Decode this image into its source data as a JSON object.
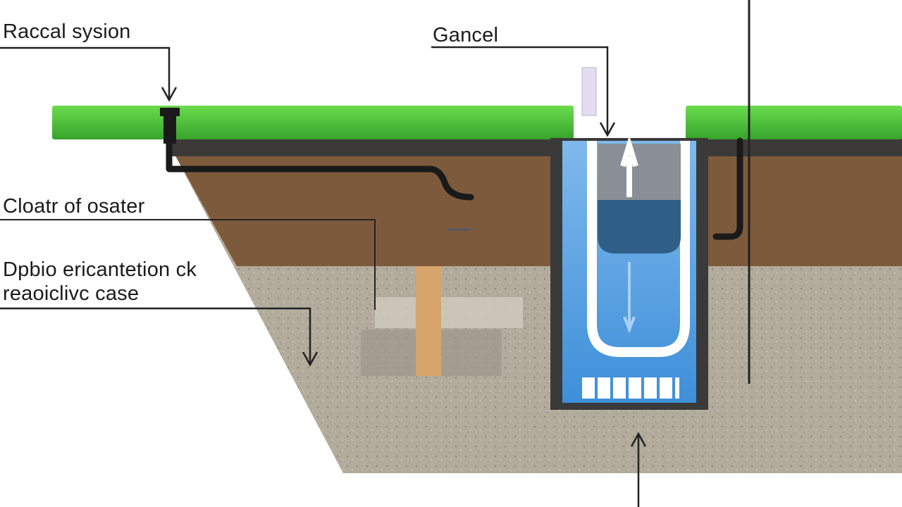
{
  "labels": {
    "top_left": "Raccal sysion",
    "top_center": "Gancel",
    "middle_left": "Cloatr of osater",
    "lower_left_line1": "Dpbio ericantetion ck",
    "lower_left_line2": "reaoiclivc case"
  },
  "colors": {
    "grass": "#4cc63a",
    "topsoil": "#7e5a3c",
    "subsoil": "#b4ac9e",
    "pipe": "#1a1a1a",
    "water": "#4f9ee0",
    "tank_wall": "#3a3a3a"
  },
  "icons": [
    "down-arrow-icon",
    "up-arrow-icon"
  ]
}
